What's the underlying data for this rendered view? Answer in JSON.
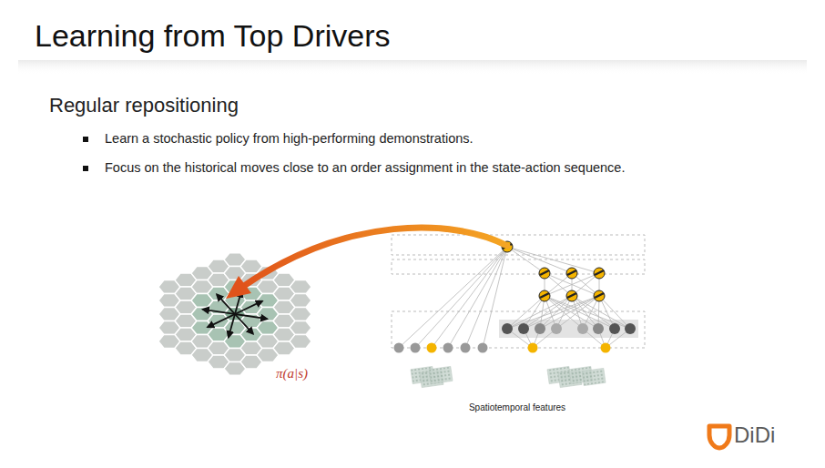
{
  "diagram": {
    "title": "Learning from Top Drivers",
    "labels": [
      "Regular repositioning",
      "Learn a stochastic policy from high-performing demonstrations.",
      "Focus on the historical moves close to an order assignment in the state-action sequence.",
      "π(a|s)",
      "Spatiotemporal features",
      "DiDi"
    ]
  }
}
